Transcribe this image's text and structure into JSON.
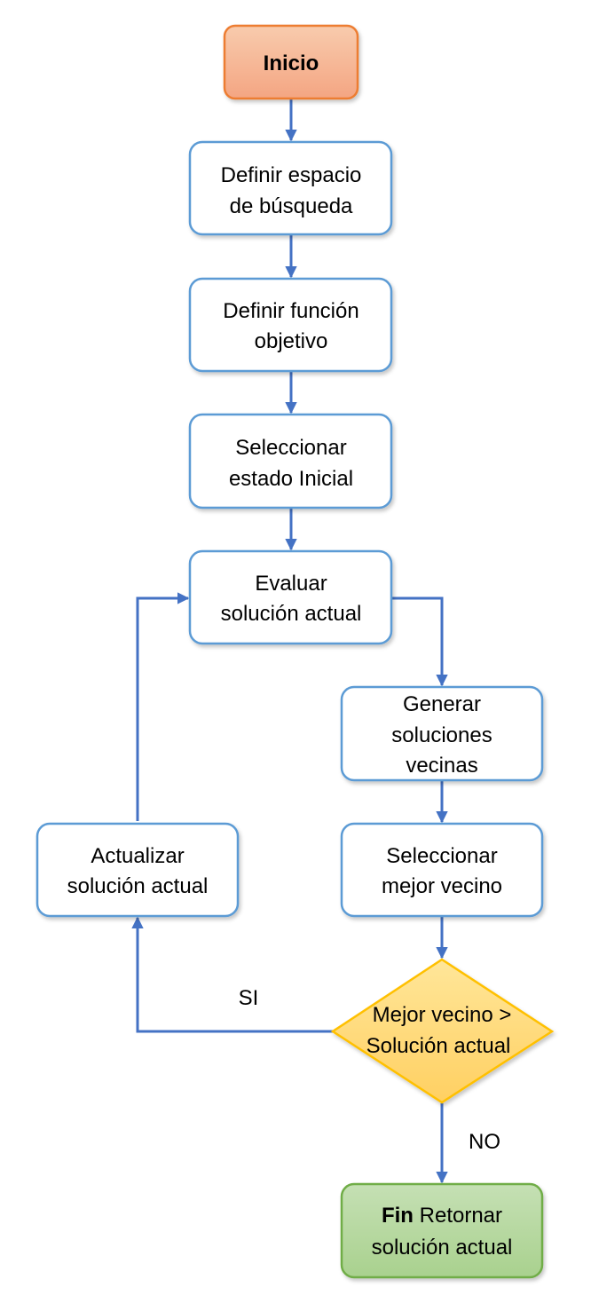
{
  "diagram": {
    "colors": {
      "connector": "#4472C4",
      "process_border": "#5B9BD5",
      "process_fill": "#ffffff",
      "start_fill_top": "#F8CBAD",
      "start_fill_bottom": "#F4A582",
      "start_border": "#ED7D31",
      "decision_fill_top": "#FFE699",
      "decision_fill_bottom": "#FFD062",
      "decision_border": "#FFC000",
      "end_fill_top": "#C5E0B4",
      "end_fill_bottom": "#A9D18E",
      "end_border": "#70AD47"
    },
    "nodes": {
      "start": {
        "label": "Inicio"
      },
      "define_space": {
        "line1": "Definir espacio",
        "line2": "de búsqueda"
      },
      "define_function": {
        "line1": "Definir función",
        "line2": "objetivo"
      },
      "select_initial": {
        "line1": "Seleccionar",
        "line2": "estado Inicial"
      },
      "evaluate": {
        "line1": "Evaluar",
        "line2": "solución actual"
      },
      "generate": {
        "line1": "Generar",
        "line2": "soluciones",
        "line3": "vecinas"
      },
      "select_best": {
        "line1": "Seleccionar",
        "line2": "mejor vecino"
      },
      "update": {
        "line1": "Actualizar",
        "line2": "solución actual"
      },
      "decision": {
        "line1": "Mejor vecino >",
        "line2": "Solución actual"
      },
      "end": {
        "bold": "Fin",
        "line1_rest": " Retornar",
        "line2": "solución actual"
      }
    },
    "edge_labels": {
      "yes": "SI",
      "no": "NO"
    }
  }
}
